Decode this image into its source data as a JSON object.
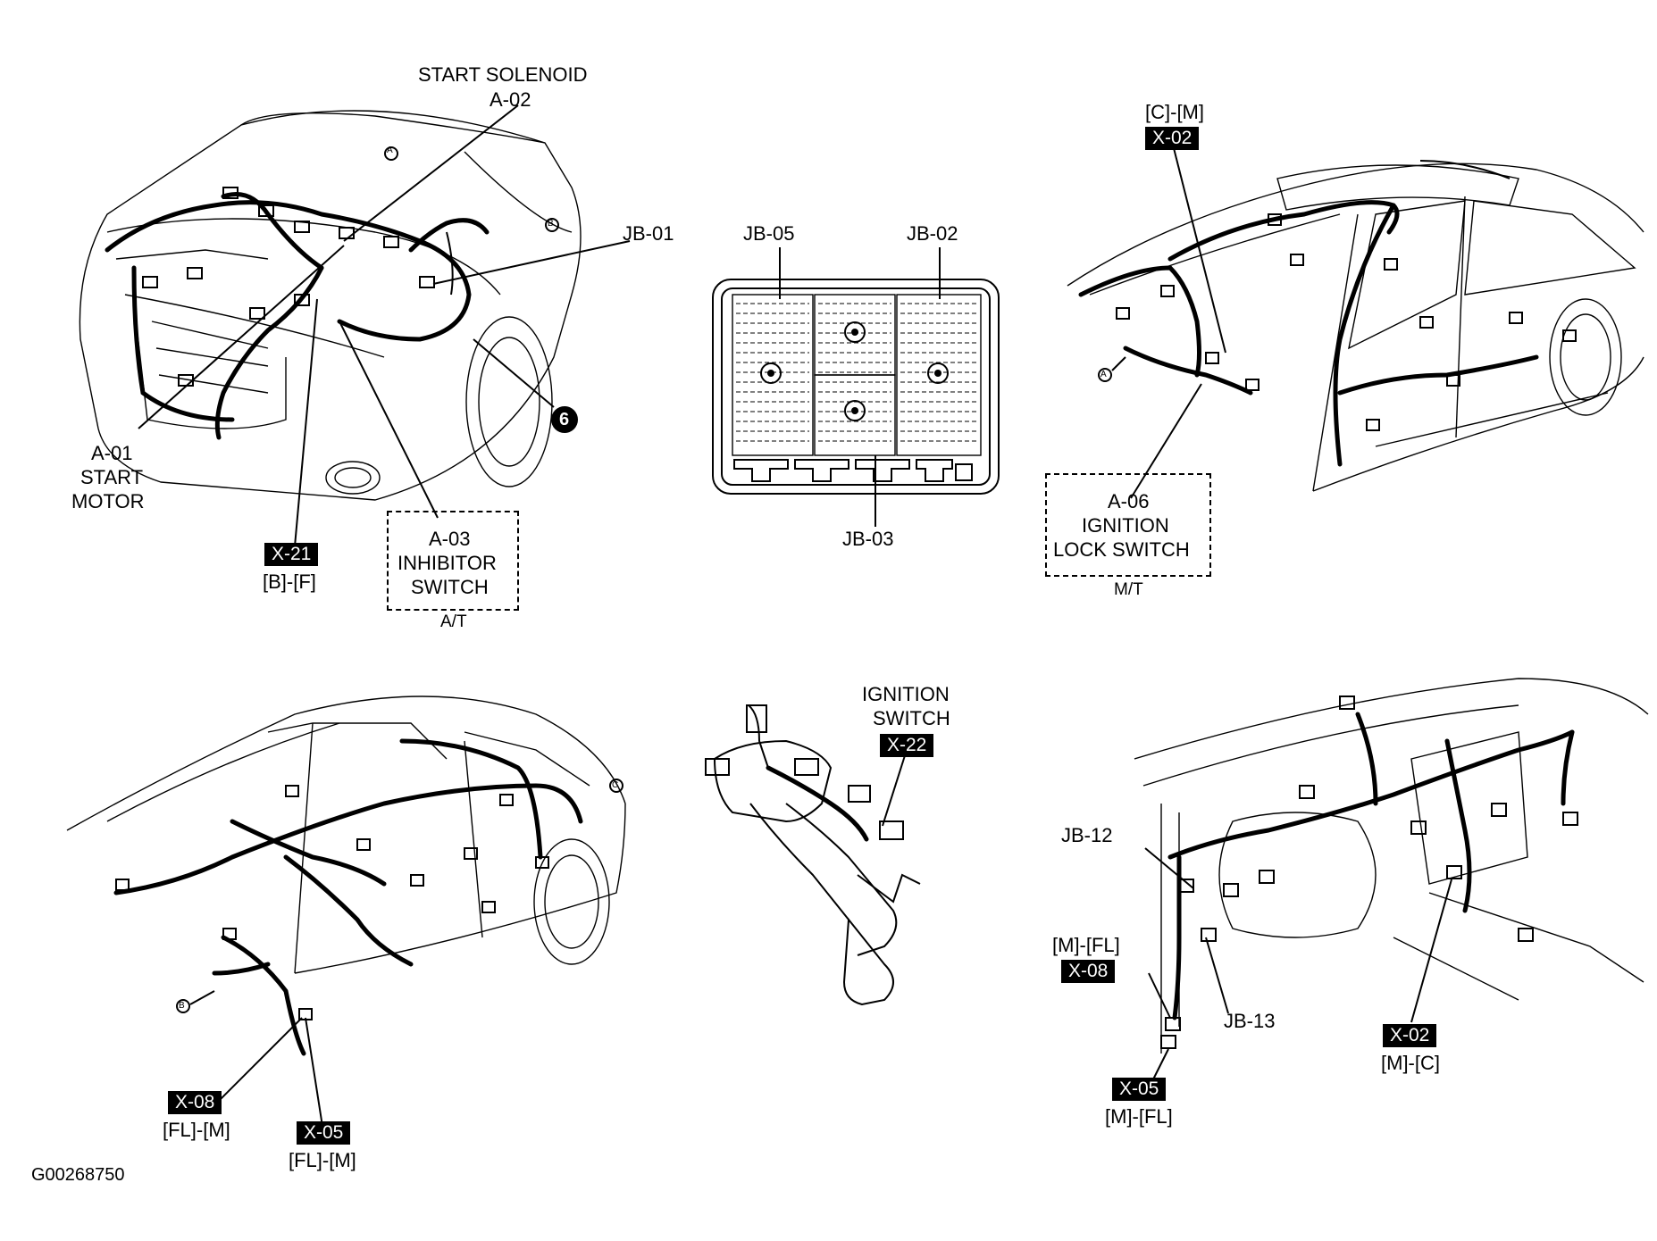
{
  "figure_id": "G00268750",
  "engine_bay": {
    "start_solenoid": {
      "name": "START SOLENOID",
      "code": "A-02"
    },
    "jb01": "JB-01",
    "start_motor": {
      "code": "A-01",
      "line1": "START",
      "line2": "MOTOR"
    },
    "x21": {
      "code": "X-21",
      "pins": "[B]-[F]"
    },
    "inhibitor": {
      "code": "A-03",
      "line1": "INHIBITOR",
      "line2": "SWITCH",
      "note": "A/T"
    },
    "callout_number": "6",
    "ref_a": "A",
    "ref_b": "B"
  },
  "junction_box": {
    "jb05": "JB-05",
    "jb02": "JB-02",
    "jb03": "JB-03"
  },
  "cabin_right": {
    "x02": {
      "code": "X-02",
      "pins": "[C]-[M]"
    },
    "ignition_lock": {
      "code": "A-06",
      "line1": "IGNITION",
      "line2": "LOCK SWITCH",
      "note": "M/T"
    },
    "ref_a": "A"
  },
  "body_left": {
    "x08": {
      "code": "X-08",
      "pins": "[FL]-[M]"
    },
    "x05": {
      "code": "X-05",
      "pins": "[FL]-[M]"
    },
    "ref_b": "B",
    "ref_c": "C"
  },
  "steering": {
    "line1": "IGNITION",
    "line2": "SWITCH",
    "code": "X-22"
  },
  "dashboard": {
    "jb12": "JB-12",
    "jb13": "JB-13",
    "x08": {
      "code": "X-08",
      "pins": "[M]-[FL]"
    },
    "x05": {
      "code": "X-05",
      "pins": "[M]-[FL]"
    },
    "x02": {
      "code": "X-02",
      "pins": "[M]-[C]"
    }
  }
}
